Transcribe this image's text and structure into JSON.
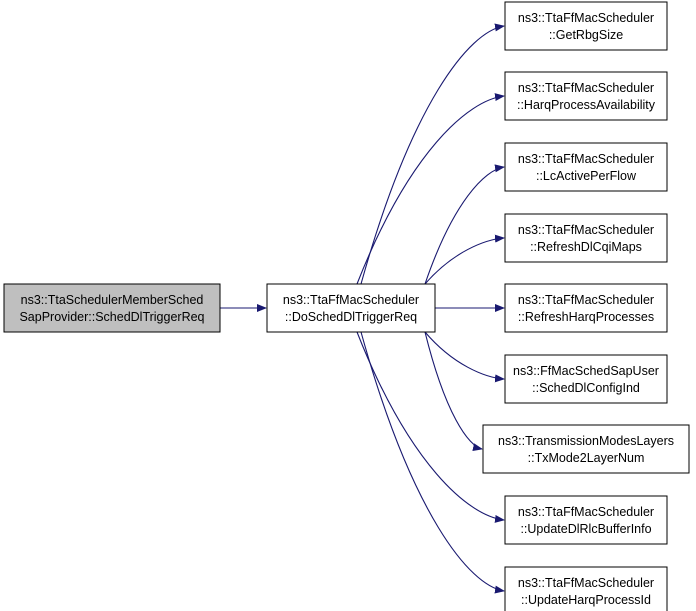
{
  "colors": {
    "edge": "#191970",
    "node_fill": "#ffffff",
    "node_highlight_fill": "#bfbfbf",
    "node_border": "#000000"
  },
  "nodes": [
    {
      "id": "caller",
      "lines": [
        "ns3::TtaSchedulerMemberSched",
        "SapProvider::SchedDlTriggerReq"
      ],
      "highlight": true
    },
    {
      "id": "main",
      "lines": [
        "ns3::TtaFfMacScheduler",
        "::DoSchedDlTriggerReq"
      ]
    },
    {
      "id": "getrbgsize",
      "lines": [
        "ns3::TtaFfMacScheduler",
        "::GetRbgSize"
      ]
    },
    {
      "id": "harqavail",
      "lines": [
        "ns3::TtaFfMacScheduler",
        "::HarqProcessAvailability"
      ]
    },
    {
      "id": "lcactive",
      "lines": [
        "ns3::TtaFfMacScheduler",
        "::LcActivePerFlow"
      ]
    },
    {
      "id": "refreshcqi",
      "lines": [
        "ns3::TtaFfMacScheduler",
        "::RefreshDlCqiMaps"
      ]
    },
    {
      "id": "refreshharq",
      "lines": [
        "ns3::TtaFfMacScheduler",
        "::RefreshHarqProcesses"
      ]
    },
    {
      "id": "schedconfig",
      "lines": [
        "ns3::FfMacSchedSapUser",
        "::SchedDlConfigInd"
      ]
    },
    {
      "id": "txmode",
      "lines": [
        "ns3::TransmissionModesLayers",
        "::TxMode2LayerNum"
      ]
    },
    {
      "id": "updaterlc",
      "lines": [
        "ns3::TtaFfMacScheduler",
        "::UpdateDlRlcBufferInfo"
      ]
    },
    {
      "id": "updateharq",
      "lines": [
        "ns3::TtaFfMacScheduler",
        "::UpdateHarqProcessId"
      ]
    }
  ],
  "edges": [
    {
      "from": "caller",
      "to": "main"
    },
    {
      "from": "main",
      "to": "getrbgsize"
    },
    {
      "from": "main",
      "to": "harqavail"
    },
    {
      "from": "main",
      "to": "lcactive"
    },
    {
      "from": "main",
      "to": "refreshcqi"
    },
    {
      "from": "main",
      "to": "refreshharq"
    },
    {
      "from": "main",
      "to": "schedconfig"
    },
    {
      "from": "main",
      "to": "txmode"
    },
    {
      "from": "main",
      "to": "updaterlc"
    },
    {
      "from": "main",
      "to": "updateharq"
    }
  ]
}
